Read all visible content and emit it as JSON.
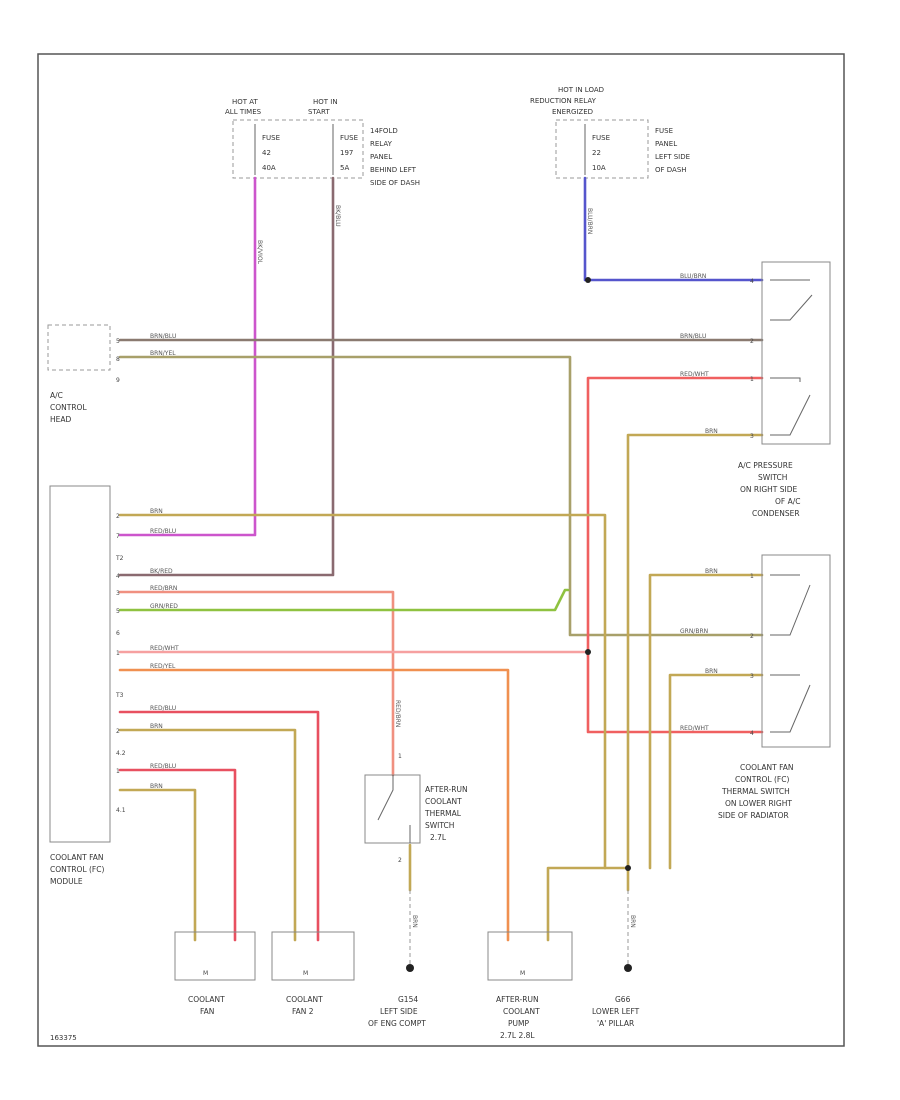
{
  "colors": {
    "violet": "#cc55cc",
    "brown_blue": "#8a7a70",
    "brown_yellow": "#a8a06a",
    "brown": "#c2a855",
    "green_red": "#8fc240",
    "red_white": "#f08080",
    "red_yellow": "#f09050",
    "red": "#e85050",
    "red_blue": "#d06080",
    "blue": "#5555cc",
    "grey": "#777777"
  },
  "power": {
    "hot_at": [
      "HOT AT",
      "ALL TIMES"
    ],
    "hot_in": [
      "HOT IN",
      "START"
    ],
    "fuse_a": [
      "FUSE",
      "42",
      "40A"
    ],
    "fuse_b": [
      "FUSE",
      "197",
      "5A"
    ],
    "relay_panel": [
      "14FOLD",
      "RELAY",
      "PANEL",
      "BEHIND LEFT",
      "SIDE OF DASH"
    ],
    "hot_load": [
      "HOT IN LOAD",
      "REDUCTION RELAY",
      "ENERGIZED"
    ],
    "fuse_c": [
      "FUSE",
      "22",
      "10A"
    ],
    "fuse_panel": [
      "FUSE",
      "PANEL",
      "LEFT SIDE",
      "OF DASH"
    ]
  },
  "components": {
    "ac_head": [
      "A/C",
      "CONTROL",
      "HEAD"
    ],
    "ac_switch": [
      "A/C PRESSURE",
      "SWITCH",
      "ON RIGHT SIDE",
      "OF A/C",
      "CONDENSER"
    ],
    "fc_module": [
      "COOLANT FAN",
      "CONTROL (FC)",
      "MODULE"
    ],
    "thermal_switch": [
      "COOLANT FAN",
      "CONTROL (FC)",
      "THERMAL SWITCH",
      "ON LOWER RIGHT",
      "SIDE OF RADIATOR"
    ],
    "afterrun_switch": [
      "AFTER-RUN",
      "COOLANT",
      "THERMAL",
      "SWITCH",
      "2.7L"
    ],
    "fan1": [
      "COOLANT",
      "FAN"
    ],
    "fan2": [
      "COOLANT",
      "FAN 2"
    ],
    "g154": [
      "G154",
      "LEFT SIDE",
      "OF ENG COMPT"
    ],
    "pump": [
      "AFTER-RUN",
      "COOLANT",
      "PUMP",
      "2.7L 2.8L"
    ],
    "g66": [
      "G66",
      "LOWER LEFT",
      "'A' PILLAR"
    ]
  },
  "wires": {
    "viol": "BK/VIOL",
    "bkbl": "BK/BLU",
    "brnbl": "BRN/BLU",
    "brnyl": "BRN/YEL",
    "brn": "BRN",
    "redbl": "RED/BLU",
    "rdwht": "RED/WHT",
    "rdylw": "RED/YEL",
    "rdbrn": "RED/BRN",
    "grnred": "GRN/RED",
    "grnbrn": "GRN/BRN",
    "bkred": "BK/RED",
    "redwht": "RED/WHT",
    "blu": "BLU/BRN"
  },
  "pins": {
    "ac1": "5",
    "ac2": "8",
    "ac3": "9",
    "m1": "2",
    "m2": "7",
    "m3": "T2",
    "m4": "4",
    "m5": "3",
    "m6": "5",
    "m7": "6",
    "m8": "1",
    "m9": "T3",
    "m10": "2",
    "m11": "4.2",
    "m12": "1",
    "m13": "4.1",
    "sw1": "4",
    "sw2": "2",
    "sw3": "1",
    "sw4": "3",
    "th1": "1",
    "th2": "2",
    "th3": "3",
    "th4": "4",
    "as1": "1",
    "as2": "2"
  },
  "footer": "163375"
}
